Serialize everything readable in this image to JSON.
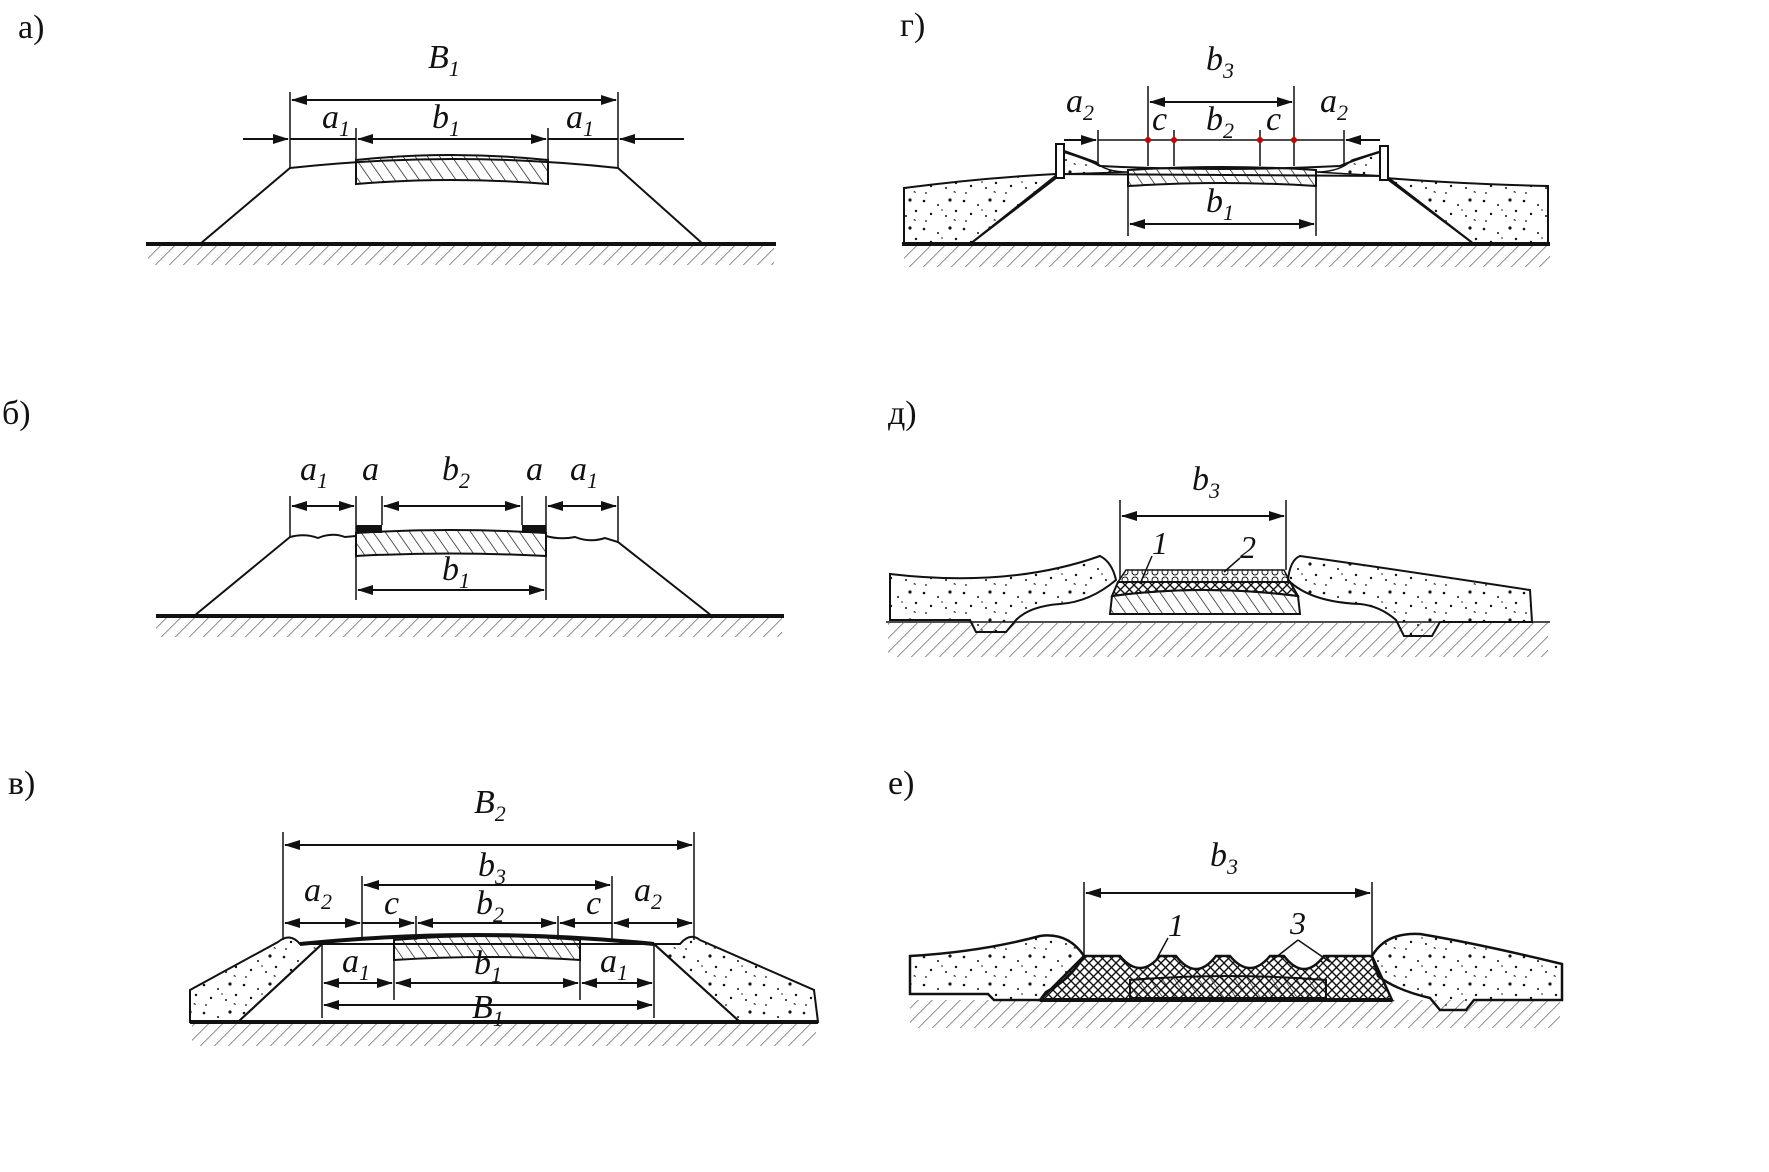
{
  "panels": {
    "a": {
      "label": "а)",
      "B1": "B",
      "B1_sub": "1",
      "a1_left": "a",
      "a1_left_sub": "1",
      "b1": "b",
      "b1_sub": "1",
      "a1_right": "a",
      "a1_right_sub": "1"
    },
    "b": {
      "label": "б)",
      "a1_left": "a",
      "a1_left_sub": "1",
      "a_left": "a",
      "b2": "b",
      "b2_sub": "2",
      "a_right": "a",
      "a1_right": "a",
      "a1_right_sub": "1",
      "b1": "b",
      "b1_sub": "1"
    },
    "v": {
      "label": "в)",
      "B2": "B",
      "B2_sub": "2",
      "b3": "b",
      "b3_sub": "3",
      "a2_left": "a",
      "a2_left_sub": "2",
      "c_left": "c",
      "b2": "b",
      "b2_sub": "2",
      "c_right": "c",
      "a2_right": "a",
      "a2_right_sub": "2",
      "a1_left": "a",
      "a1_left_sub": "1",
      "b1": "b",
      "b1_sub": "1",
      "a1_right": "a",
      "a1_right_sub": "1",
      "B1": "B",
      "B1_sub": "1"
    },
    "g": {
      "label": "г)",
      "b3": "b",
      "b3_sub": "3",
      "a2_left": "a",
      "a2_left_sub": "2",
      "c_left": "c",
      "b2": "b",
      "b2_sub": "2",
      "c_right": "c",
      "a2_right": "a",
      "a2_right_sub": "2",
      "b1": "b",
      "b1_sub": "1"
    },
    "d": {
      "label": "д)",
      "b3": "b",
      "b3_sub": "3",
      "n1": "1",
      "n2": "2"
    },
    "e": {
      "label": "е)",
      "b3": "b",
      "b3_sub": "3",
      "n1": "1",
      "n3": "3"
    }
  }
}
